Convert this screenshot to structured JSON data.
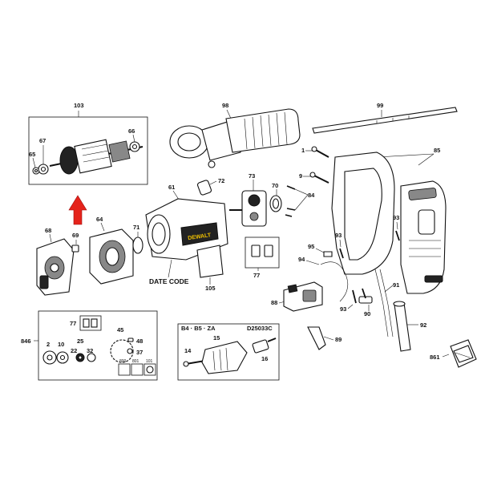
{
  "labels": {
    "l103": "103",
    "l98": "98",
    "l99": "99",
    "l67": "67",
    "l66": "66",
    "l65": "65",
    "l1": "1",
    "l85": "85",
    "l72": "72",
    "l73": "73",
    "l61": "61",
    "l70": "70",
    "l9": "9",
    "l84": "84",
    "l64": "64",
    "l68": "68",
    "l69": "69",
    "l71": "71",
    "l93a": "93",
    "l93b": "93",
    "l93c": "93",
    "l95": "95",
    "l94": "94",
    "l91": "91",
    "l77a": "77",
    "l77b": "77",
    "l105": "105",
    "l88": "88",
    "l90": "90",
    "l92": "92",
    "l89": "89",
    "l846": "846",
    "l45": "45",
    "l48": "48",
    "l37": "37",
    "l2": "2",
    "l10": "10",
    "l25": "25",
    "l22": "22",
    "l32": "32",
    "l800": "800",
    "l801": "801",
    "l101": "101",
    "l14": "14",
    "l15": "15",
    "l16": "16",
    "l861": "861"
  },
  "date_code_label": "DATE CODE",
  "chuck_header_left": "B4 · B5 · ZA",
  "chuck_header_right": "D25033C",
  "brand_text": "DEWALT",
  "arrow_color": "#e5231b"
}
